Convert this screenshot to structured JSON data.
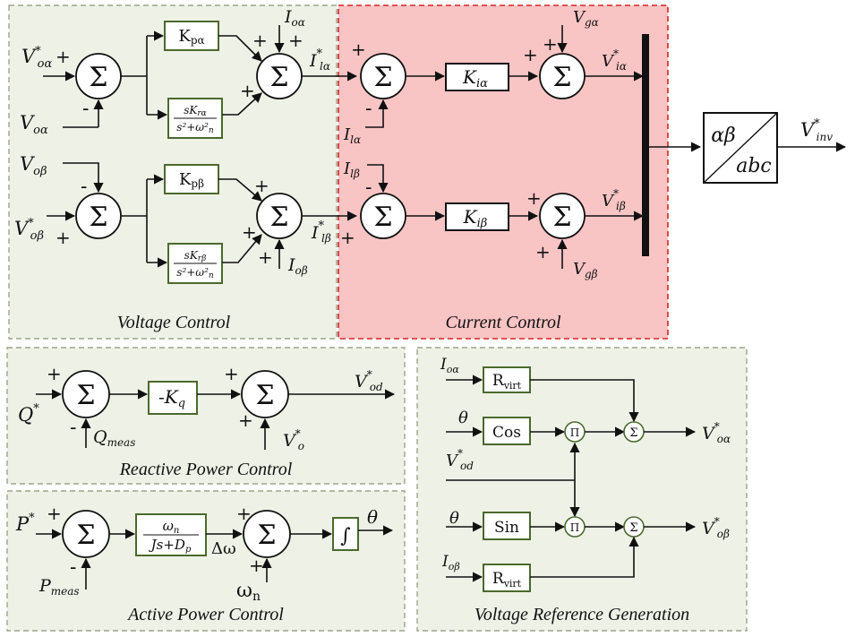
{
  "sections": {
    "voltage_control": "Voltage Control",
    "current_control": "Current Control",
    "reactive_power_control": "Reactive Power Control",
    "active_power_control": "Active Power Control",
    "voltage_reference_generation": "Voltage Reference Generation"
  },
  "blocks": {
    "kp_alpha": {
      "main": "K",
      "sub": "pα"
    },
    "kp_beta": {
      "main": "K",
      "sub": "pβ"
    },
    "pr_alpha": {
      "num": "sK",
      "num_sub": "rα",
      "den": "s²+ω²",
      "den_sub": "n"
    },
    "pr_beta": {
      "num": "sK",
      "num_sub": "rβ",
      "den": "s²+ω²",
      "den_sub": "n"
    },
    "ki_alpha": {
      "main": "K",
      "sub": "iα"
    },
    "ki_beta": {
      "main": "K",
      "sub": "iβ"
    },
    "ab_abc": {
      "top": "αβ",
      "bottom": "abc"
    },
    "kq": {
      "main": "-K",
      "sub": "q"
    },
    "droop": {
      "num": "ω",
      "num_sub": "n",
      "den": "Js+D",
      "den_sub": "p"
    },
    "integrator": "∫",
    "rvirt_1": {
      "main": "R",
      "sub": "virt"
    },
    "rvirt_2": {
      "main": "R",
      "sub": "virt"
    },
    "cos": "Cos",
    "sin": "Sin"
  },
  "symbols": {
    "sum": "Σ",
    "product": "Π",
    "plus": "+",
    "minus": "-"
  },
  "signals": {
    "v_oa_ref": {
      "main": "V",
      "sup": "*",
      "sub": "oα"
    },
    "v_oa": {
      "main": "V",
      "sub": "oα"
    },
    "v_ob": {
      "main": "V",
      "sub": "oβ"
    },
    "v_ob_ref": {
      "main": "V",
      "sup": "*",
      "sub": "oβ"
    },
    "i_oa": {
      "main": "I",
      "sub": "oα"
    },
    "i_ob": {
      "main": "I",
      "sub": "oβ"
    },
    "i_la_ref": {
      "main": "I",
      "sup": "*",
      "sub": "lα"
    },
    "i_lb_ref": {
      "main": "I",
      "sup": "*",
      "sub": "lβ"
    },
    "i_la": {
      "main": "I",
      "sub": "lα"
    },
    "i_lb": {
      "main": "I",
      "sub": "lβ"
    },
    "v_ga": {
      "main": "V",
      "sub": "gα"
    },
    "v_gb": {
      "main": "V",
      "sub": "gβ"
    },
    "v_ia_ref": {
      "main": "V",
      "sup": "*",
      "sub": "iα"
    },
    "v_ib_ref": {
      "main": "V",
      "sup": "*",
      "sub": "iβ"
    },
    "v_inv_ref": {
      "main": "V",
      "sup": "*",
      "sub": "inv"
    },
    "q_ref": {
      "main": "Q",
      "sup": "*",
      "sub": ""
    },
    "q_meas": {
      "main": "Q",
      "sub": "meas"
    },
    "v_od_ref": {
      "main": "V",
      "sup": "*",
      "sub": "od"
    },
    "v_o_ref": {
      "main": "V",
      "sup": "*",
      "sub": "o"
    },
    "p_ref": {
      "main": "P",
      "sup": "*",
      "sub": ""
    },
    "p_meas": {
      "main": "P",
      "sub": "meas"
    },
    "delta_omega": "Δω",
    "omega_n": {
      "main": "ω",
      "sub": "n"
    },
    "theta": "θ"
  },
  "colors": {
    "panel_fill": "#eef1e6",
    "panel_border": "#9aa68a",
    "current_fill": "#f9c4c4",
    "current_border": "#d8231f",
    "block_border": "#4a6a2c"
  }
}
